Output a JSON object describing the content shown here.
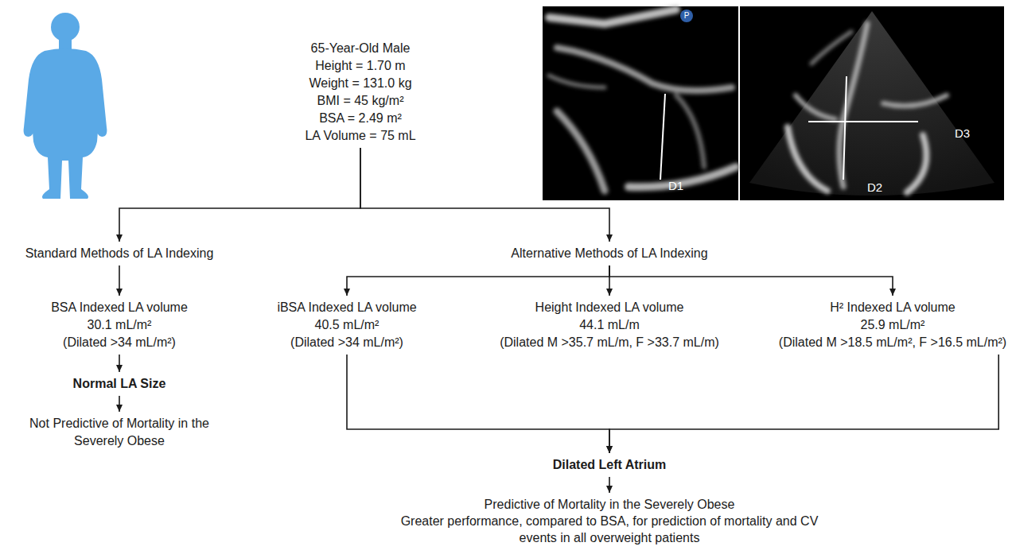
{
  "diagram": {
    "nodes": [
      {
        "text": [
          "65-Year-Old Male",
          "Height = 1.70 m",
          "Weight = 131.0 kg",
          "BMI = 45 kg/m²",
          "BSA = 2.49 m²",
          "LA Volume = 75 mL"
        ]
      },
      {
        "text": [
          "Standard Methods of LA Indexing"
        ]
      },
      {
        "text": [
          "BSA Indexed LA volume",
          "30.1 mL/m²",
          "(Dilated >34 mL/m²)"
        ]
      },
      {
        "text": [
          "Normal LA Size"
        ]
      },
      {
        "text": [
          "Not Predictive of Mortality in the Severely Obese"
        ]
      },
      {
        "text": [
          "Alternative Methods of LA Indexing"
        ]
      },
      {
        "text": [
          "iBSA Indexed LA volume",
          "40.5 mL/m²",
          "(Dilated >34 mL/m²)"
        ]
      },
      {
        "text": [
          "Height Indexed LA volume",
          "44.1 mL/m",
          "(Dilated M >35.7 mL/m, F >33.7 mL/m)"
        ]
      },
      {
        "text": [
          "H² Indexed LA volume",
          "25.9 mL/m²",
          "(Dilated M >18.5 mL/m², F >16.5 mL/m²)"
        ]
      },
      {
        "text": [
          "Dilated Left Atrium"
        ]
      },
      {
        "text": [
          "Predictive of Mortality in the Severely Obese",
          "Greater performance, compared to BSA, for prediction of mortality and CV events in all overweight patients"
        ]
      }
    ],
    "edges": [
      {
        "from": 0,
        "to": 1,
        "arrow": "to"
      },
      {
        "from": 0,
        "to": 5,
        "arrow": "to"
      },
      {
        "from": 1,
        "to": 2,
        "arrow": "to"
      },
      {
        "from": 2,
        "to": 3,
        "arrow": "to"
      },
      {
        "from": 3,
        "to": 4,
        "arrow": "to"
      },
      {
        "from": 5,
        "to": 6,
        "arrow": "to"
      },
      {
        "from": 5,
        "to": 7,
        "arrow": "to"
      },
      {
        "from": 5,
        "to": 8,
        "arrow": "to"
      },
      {
        "from": 6,
        "to": 9,
        "arrow": "to"
      },
      {
        "from": 8,
        "to": 9,
        "arrow": "to"
      },
      {
        "from": 9,
        "to": 10,
        "arrow": "to"
      }
    ],
    "labels": [
      "P",
      "D1",
      "D2",
      "D3"
    ]
  }
}
